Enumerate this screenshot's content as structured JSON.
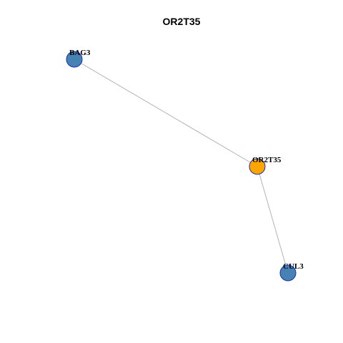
{
  "title": "OR2T35",
  "nodes": [
    {
      "id": "BAG3",
      "label": "BAG3",
      "role": "neighbor"
    },
    {
      "id": "OR2T35",
      "label": "OR2T35",
      "role": "center"
    },
    {
      "id": "CUL3",
      "label": "CUL3",
      "role": "neighbor"
    }
  ],
  "edges": [
    {
      "source": "BAG3",
      "target": "OR2T35"
    },
    {
      "source": "OR2T35",
      "target": "CUL3"
    }
  ],
  "colors": {
    "center_fill": "#FFA500",
    "neighbor_fill": "#4682B4",
    "node_stroke": "#1a2fb5",
    "edge": "#b3b3b3"
  }
}
